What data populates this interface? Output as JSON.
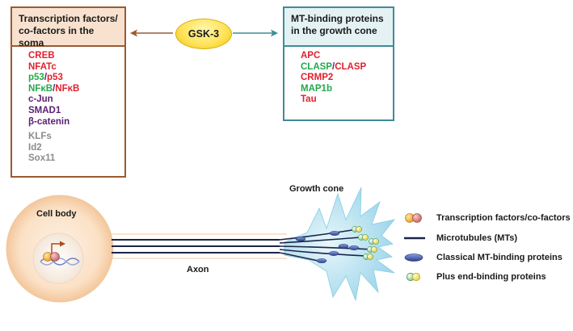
{
  "left_box": {
    "title_line1": "Transcription factors/",
    "title_line2": "co-factors in the soma",
    "items": [
      {
        "parts": [
          {
            "text": "CREB",
            "color": "red"
          }
        ]
      },
      {
        "parts": [
          {
            "text": "NFATc",
            "color": "red"
          }
        ]
      },
      {
        "parts": [
          {
            "text": "p53",
            "color": "green"
          },
          {
            "text": "/",
            "color": "purple"
          },
          {
            "text": "p53",
            "color": "red"
          }
        ]
      },
      {
        "parts": [
          {
            "text": "NFκB",
            "color": "green"
          },
          {
            "text": "/",
            "color": "purple"
          },
          {
            "text": "NFκB",
            "color": "red"
          }
        ]
      },
      {
        "parts": [
          {
            "text": "c-Jun",
            "color": "purple"
          }
        ]
      },
      {
        "parts": [
          {
            "text": "SMAD1",
            "color": "purple"
          }
        ]
      },
      {
        "parts": [
          {
            "text": "β-catenin",
            "color": "purple"
          }
        ]
      },
      {
        "parts": [
          {
            "text": "KLFs",
            "color": "gray"
          }
        ]
      },
      {
        "parts": [
          {
            "text": "Id2",
            "color": "gray"
          }
        ]
      },
      {
        "parts": [
          {
            "text": "Sox11",
            "color": "gray"
          }
        ]
      }
    ]
  },
  "center": {
    "label": "GSK-3"
  },
  "right_box": {
    "title_line1": "MT-binding proteins",
    "title_line2": "in the growth cone",
    "items": [
      {
        "parts": [
          {
            "text": "APC",
            "color": "red"
          }
        ]
      },
      {
        "parts": [
          {
            "text": "CLASP",
            "color": "green"
          },
          {
            "text": "/",
            "color": "purple"
          },
          {
            "text": "CLASP",
            "color": "red"
          }
        ]
      },
      {
        "parts": [
          {
            "text": "CRMP2",
            "color": "red"
          }
        ]
      },
      {
        "parts": [
          {
            "text": "MAP1b",
            "color": "green"
          }
        ]
      },
      {
        "parts": [
          {
            "text": "Tau",
            "color": "red"
          }
        ]
      }
    ]
  },
  "neuron": {
    "cell_body_label": "Cell body",
    "axon_label": "Axon",
    "growth_cone_label": "Growth cone"
  },
  "legend": [
    {
      "icon": "transcription-factor-icon",
      "label": "Transcription factors/co-factors"
    },
    {
      "icon": "microtubule-icon",
      "label": "Microtubules (MTs)"
    },
    {
      "icon": "classical-mt-binding-icon",
      "label": "Classical MT-binding proteins"
    },
    {
      "icon": "plus-end-binding-icon",
      "label": "Plus end-binding proteins"
    }
  ],
  "colors": {
    "red": "#e0212e",
    "green": "#24a84a",
    "purple": "#5b1f73",
    "gray": "#8c8c8c",
    "left_border": "#9a5a32",
    "right_border": "#3f8c97"
  }
}
